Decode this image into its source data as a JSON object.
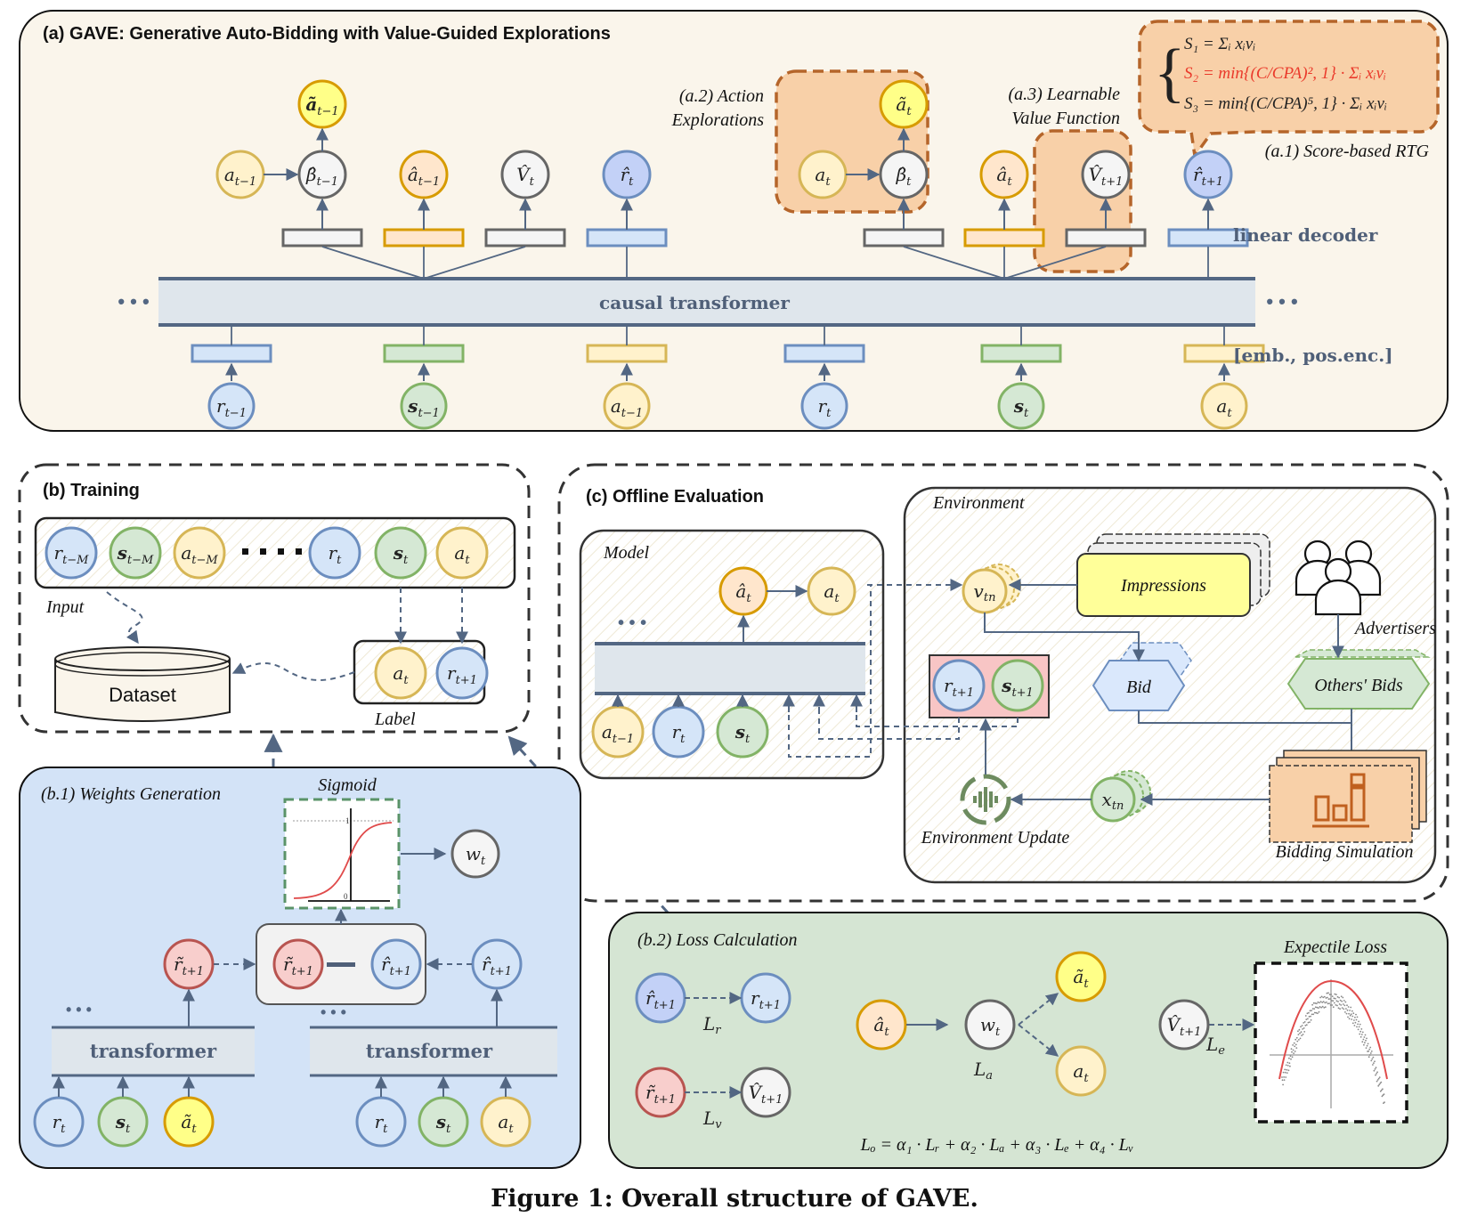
{
  "figure": {
    "caption": "Figure 1: Overall structure of GAVE.",
    "colors": {
      "blue_fill": "#d5e5f8",
      "blue_stroke": "#6c8ebf",
      "green_fill": "#d5e8d4",
      "green_stroke": "#82b366",
      "yellow_fill": "#fff2cc",
      "yellow_stroke": "#d6b656",
      "orange_fill": "#ffe6cc",
      "orange_stroke": "#d79b00",
      "gray_fill": "#f5f5f5",
      "gray_stroke": "#666666",
      "red_fill": "#f8cecc",
      "red_stroke": "#b85450",
      "bright_yellow": "#ffff88",
      "dark_blue_fill": "#c3d1f7",
      "panel_a_bg": "#faf5eb",
      "panel_b1_bg": "#d3e3f7",
      "panel_b2_bg": "#d5e5d3",
      "highlight_orange": "#f8d0a8",
      "dash_orange": "#b5652a",
      "arrow": "#536783",
      "red_text": "#ea3a2b"
    }
  },
  "panel_a": {
    "title": "(a) GAVE: Generative Auto-Bidding with Value-Guided Explorations",
    "transformer_label": "causal transformer",
    "ellipsis": "• • •",
    "decoder_label": "linear decoder",
    "embedding_label": "[emb., pos.enc.]",
    "action_explorations_label": [
      "(a.2) Action",
      "Explorations"
    ],
    "value_function_label": [
      "(a.3) Learnable",
      "Value Function"
    ],
    "score_rtg_label": "(a.1) Score-based RTG",
    "score_formulas": [
      {
        "text": "S₁ = Σᵢ xᵢvᵢ",
        "highlight": false
      },
      {
        "text": "S₂ = min{(C/CPA)², 1} · Σᵢ xᵢvᵢ",
        "highlight": true
      },
      {
        "text": "S₃ = min{(C/CPA)⁵, 1} · Σᵢ xᵢvᵢ",
        "highlight": false
      }
    ],
    "inputs": [
      "r",
      "s",
      "a",
      "r",
      "s",
      "a"
    ],
    "input_subs": [
      "t−1",
      "t−1",
      "t−1",
      "t",
      "t",
      "t"
    ],
    "outputs_left": {
      "a_tilde": {
        "main": "ã",
        "sub": "t−1"
      },
      "a_prev": {
        "main": "a",
        "sub": "t−1"
      },
      "beta": {
        "main": "β̂",
        "sub": "t−1"
      },
      "a_hat": {
        "main": "â",
        "sub": "t−1"
      },
      "v_hat": {
        "main": "V̂",
        "sub": "t"
      },
      "r_hat": {
        "main": "r̂",
        "sub": "t"
      }
    },
    "outputs_right": {
      "a_tilde": {
        "main": "ã",
        "sub": "t"
      },
      "a": {
        "main": "a",
        "sub": "t"
      },
      "beta": {
        "main": "β̂",
        "sub": "t"
      },
      "a_hat": {
        "main": "â",
        "sub": "t"
      },
      "v_hat": {
        "main": "V̂",
        "sub": "t+1"
      },
      "r_hat": {
        "main": "r̂",
        "sub": "t+1"
      }
    }
  },
  "panel_b": {
    "title": "(b) Training",
    "input_label": "Input",
    "label_label": "Label",
    "dataset_label": "Dataset",
    "sequence": [
      {
        "main": "r",
        "sub": "t−M",
        "color": "blue"
      },
      {
        "main": "s",
        "sub": "t−M",
        "color": "green"
      },
      {
        "main": "a",
        "sub": "t−M",
        "color": "yellow"
      },
      {
        "main": "r",
        "sub": "t",
        "color": "blue"
      },
      {
        "main": "s",
        "sub": "t",
        "color": "green"
      },
      {
        "main": "a",
        "sub": "t",
        "color": "yellow"
      }
    ],
    "labels": [
      {
        "main": "a",
        "sub": "t",
        "color": "yellow"
      },
      {
        "main": "r",
        "sub": "t+1",
        "color": "blue"
      }
    ]
  },
  "panel_b1": {
    "title": "(b.1) Weights Generation",
    "sigmoid_label": "Sigmoid",
    "sigmoid_ticks": [
      "1",
      "0"
    ],
    "weight_node": {
      "main": "w",
      "sub": "t"
    },
    "r_tilde": {
      "main": "r̃",
      "sub": "t+1"
    },
    "r_hat": {
      "main": "r̂",
      "sub": "t+1"
    },
    "minus": "—",
    "transformer_label": "transformer",
    "ellipsis": "• • •",
    "left_inputs": [
      {
        "main": "r",
        "sub": "t",
        "color": "blue"
      },
      {
        "main": "s",
        "sub": "t",
        "color": "green"
      },
      {
        "main": "ã",
        "sub": "t",
        "color": "bright_yellow"
      }
    ],
    "right_inputs": [
      {
        "main": "r",
        "sub": "t",
        "color": "blue"
      },
      {
        "main": "s",
        "sub": "t",
        "color": "green"
      },
      {
        "main": "a",
        "sub": "t",
        "color": "yellow"
      }
    ]
  },
  "panel_b2": {
    "title": "(b.2) Loss Calculation",
    "expectile_label": "Expectile Loss",
    "nodes": {
      "r_hat": {
        "main": "r̂",
        "sub": "t+1"
      },
      "r": {
        "main": "r",
        "sub": "t+1"
      },
      "r_tilde": {
        "main": "r̃",
        "sub": "t+1"
      },
      "v_hat_a": {
        "main": "V̂",
        "sub": "t+1"
      },
      "a_hat": {
        "main": "â",
        "sub": "t"
      },
      "w": {
        "main": "w",
        "sub": "t"
      },
      "a_tilde": {
        "main": "ã",
        "sub": "t"
      },
      "a": {
        "main": "a",
        "sub": "t"
      },
      "v_hat_b": {
        "main": "V̂",
        "sub": "t+1"
      }
    },
    "loss_labels": {
      "Lr": "L",
      "Lr_sub": "r",
      "Lv": "L",
      "Lv_sub": "v",
      "La": "L",
      "La_sub": "a",
      "Le": "L",
      "Le_sub": "e"
    },
    "total_loss": "Lₒ = α₁ · Lᵣ + α₂ · Lₐ + α₃ · Lₑ + α₄ · Lᵥ"
  },
  "panel_c": {
    "title": "(c) Offline Evaluation",
    "model_label": "Model",
    "environment_label": "Environment",
    "impressions_label": "Impressions",
    "advertisers_label": "Advertisers",
    "bid_label": "Bid",
    "others_bids_label": "Others' Bids",
    "bidding_sim_label": "Bidding Simulation",
    "env_update_label": "Environment Update",
    "ellipsis": "• • •",
    "model_nodes": {
      "a_hat": {
        "main": "â",
        "sub": "t"
      },
      "a": {
        "main": "a",
        "sub": "t"
      },
      "in_a": {
        "main": "a",
        "sub": "t−1"
      },
      "in_r": {
        "main": "r",
        "sub": "t"
      },
      "in_s": {
        "main": "s",
        "sub": "t"
      }
    },
    "v_tn": {
      "main": "v",
      "sub": "tn"
    },
    "x_tn": {
      "main": "x",
      "sub": "tn"
    },
    "next_r": {
      "main": "r",
      "sub": "t+1"
    },
    "next_s": {
      "main": "s",
      "sub": "t+1"
    }
  }
}
